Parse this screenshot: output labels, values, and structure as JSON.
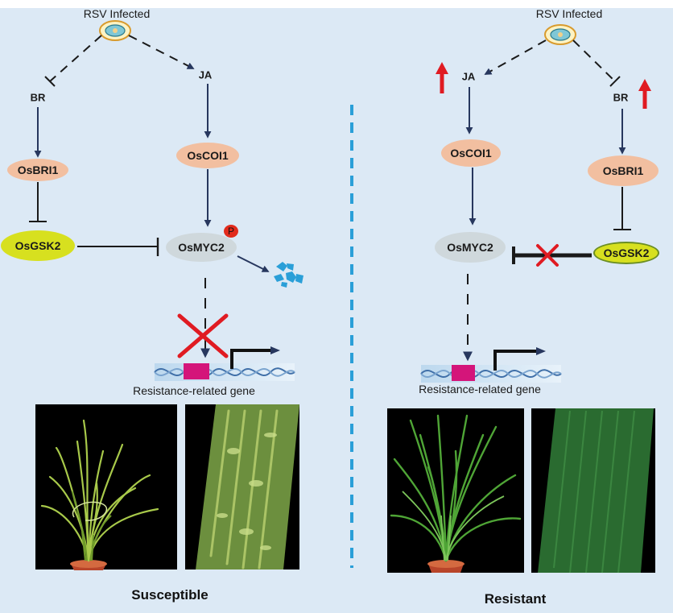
{
  "left": {
    "trigger": "RSV  Infected",
    "ja": "JA",
    "br": "BR",
    "oscoi1": "OsCOI1",
    "osbri1": "OsBRI1",
    "osgsk2": "OsGSK2",
    "osmyc2": "OsMYC2",
    "phospho": "P",
    "gene_label": "Resistance-related  gene",
    "caption": "Susceptible"
  },
  "right": {
    "trigger": "RSV  Infected",
    "ja": "JA",
    "br": "BR",
    "oscoi1": "OsCOI1",
    "osbri1": "OsBRI1",
    "osgsk2": "OsGSK2",
    "osmyc2": "OsMYC2",
    "gene_label": "Resistance-related  gene",
    "caption": "Resistant"
  },
  "colors": {
    "background": "#dce9f5",
    "peach_node": "#f2bfa0",
    "gray_node": "#cfd8dc",
    "yellow_node": "#d7e01f",
    "inhibition_cross": "#e01b22",
    "up_arrow": "#e01b22",
    "divider": "#2a9fd8",
    "promoter_box": "#d4157a"
  }
}
